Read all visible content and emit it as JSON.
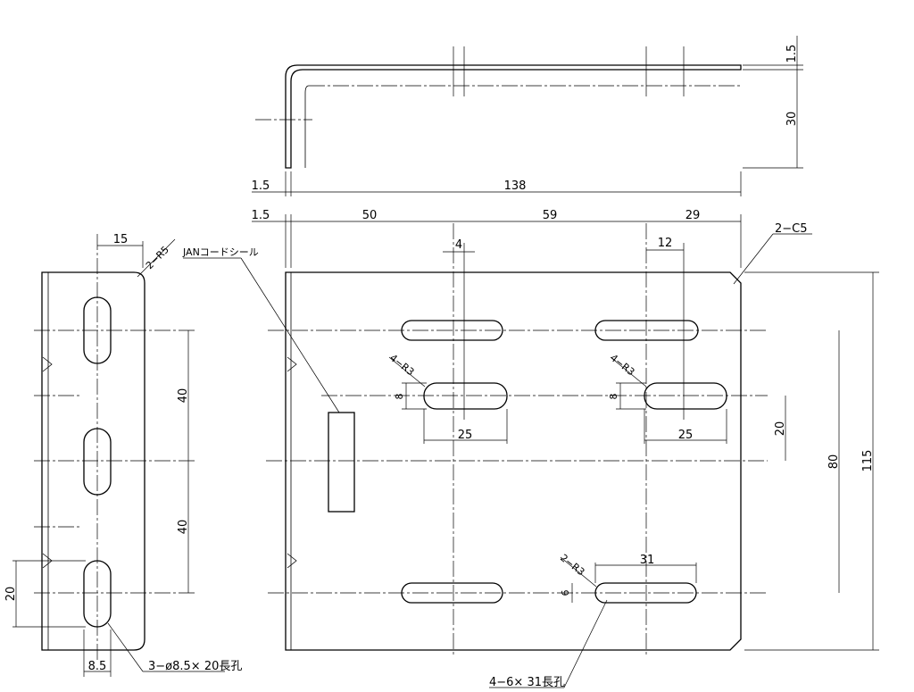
{
  "top_view": {
    "dim_thickness_top": "1.5",
    "dim_flange_height": "30",
    "dim_left_thickness": "1.5",
    "dim_total_length": "138"
  },
  "front_view": {
    "dim_offset": "1.5",
    "dim_first_slot": "50",
    "dim_slot_spacing": "59",
    "dim_right_margin": "29",
    "dim_slot_width_left": "4",
    "dim_slot_width_right": "12",
    "chamfer_note": "2−C5",
    "radius_note_a": "4−R3",
    "radius_note_b": "4−R3",
    "radius_note_c": "2−R3",
    "dim_slot_height_a": "8",
    "dim_slot_height_b": "8",
    "dim_slot_len_a": "25",
    "dim_slot_len_b": "25",
    "dim_slot_offset": "20",
    "dim_slot_pitch": "80",
    "dim_total_height": "115",
    "dim_long_slot_len": "31",
    "dim_long_slot_width": "6",
    "label_seal": "JANコードシール",
    "note_long_slots": "4−6× 31長孔"
  },
  "side_view": {
    "dim_top_width": "15",
    "radius_note": "2−R5",
    "dim_pitch_upper": "40",
    "dim_pitch_lower": "40",
    "dim_bottom_offset": "20",
    "dim_hole_width": "8.5",
    "note_holes": "3−ø8.5× 20長孔"
  }
}
